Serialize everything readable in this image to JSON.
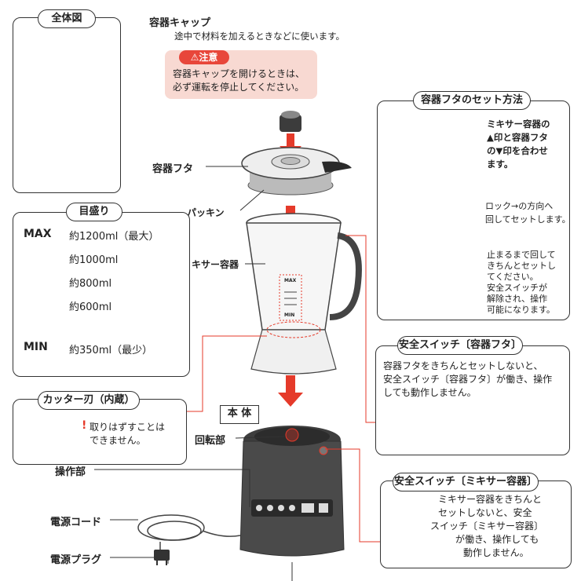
{
  "overview": {
    "title": "全体図"
  },
  "parts": {
    "cap": "容器キャップ",
    "cap_desc": "途中で材料を加えるときなどに使います。",
    "lid": "容器フタ",
    "packing": "パッキン",
    "container": "ミキサー容器",
    "body": "本 体",
    "rotor": "回転部",
    "controls": "操作部",
    "cord": "電源コード",
    "plug": "電源プラグ"
  },
  "caution": {
    "tag": "注意",
    "lines": [
      "容器キャップを開けるときは、",
      "必ず運転を停止してください。"
    ]
  },
  "scale": {
    "title": "目盛り",
    "items": [
      {
        "mark": "MAX",
        "text": "約1200ml（最大）"
      },
      {
        "mark": "",
        "text": "約1000ml"
      },
      {
        "mark": "",
        "text": "約800ml"
      },
      {
        "mark": "",
        "text": "約600ml"
      },
      {
        "mark": "MIN",
        "text": "約350ml（最少）"
      }
    ]
  },
  "cutter": {
    "title": "カッター刃（内蔵）",
    "excl": "!",
    "lines": [
      "取りはずすことは",
      "できません。"
    ]
  },
  "lid_set": {
    "title": "容器フタのセット方法",
    "step1": [
      "ミキサー容器の",
      "▲印と容器フタ",
      "の▼印を合わせ",
      "ます。"
    ],
    "step2": [
      "ロック→の方向へ",
      "回してセットします。"
    ],
    "step3": [
      "止まるまで回して",
      "きちんとセットし",
      "てください。",
      "安全スイッチが",
      "解除され、操作",
      "可能になります。"
    ]
  },
  "safety_lid": {
    "title": "安全スイッチ〔容器フタ〕",
    "lines": [
      "容器フタをきちんとセットしないと、",
      "安全スイッチ〔容器フタ〕が働き、操作",
      "しても動作しません。"
    ]
  },
  "safety_container": {
    "title": "安全スイッチ〔ミキサー容器〕",
    "lines": [
      "ミキサー容器をきちんと",
      "セットしないと、安全",
      "スイッチ〔ミキサー容器〕",
      "が働き、操作しても",
      "動作しません。"
    ]
  },
  "jar_marks": {
    "max": "MAX",
    "min": "MIN"
  },
  "colors": {
    "accent": "#e53a2a",
    "caution_bg": "#f8d9d2",
    "line": "#333333",
    "gray": "#bdbdbd",
    "dark": "#4a4a4a"
  }
}
